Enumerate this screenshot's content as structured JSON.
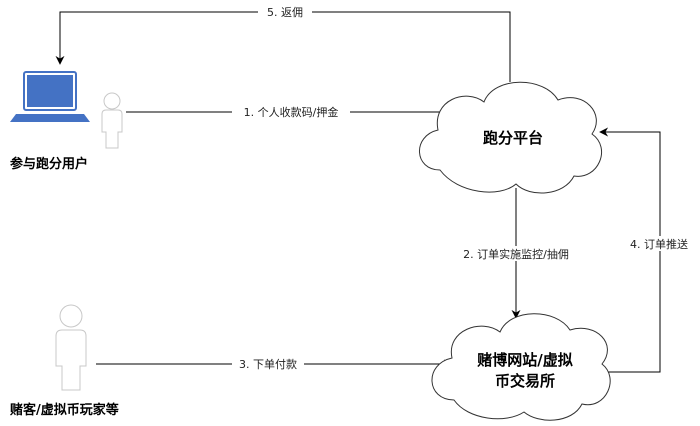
{
  "nodes": {
    "platform": {
      "label": "跑分平台"
    },
    "gambling": {
      "label_line1": "赌博网站/虚拟",
      "label_line2": "币交易所"
    }
  },
  "actors": {
    "participant": {
      "label": "参与跑分用户"
    },
    "gambler": {
      "label": "赌客/虚拟币玩家等"
    }
  },
  "edges": {
    "step1": {
      "label": "1. 个人收款码/押金"
    },
    "step2": {
      "label": "2. 订单实施监控/抽佣"
    },
    "step3": {
      "label": "3. 下单付款"
    },
    "step4": {
      "label": "4. 订单推送"
    },
    "step5": {
      "label": "5. 返佣"
    }
  },
  "colors": {
    "laptop": "#4472c4",
    "person": "#c8c8c8",
    "line": "#000000"
  }
}
